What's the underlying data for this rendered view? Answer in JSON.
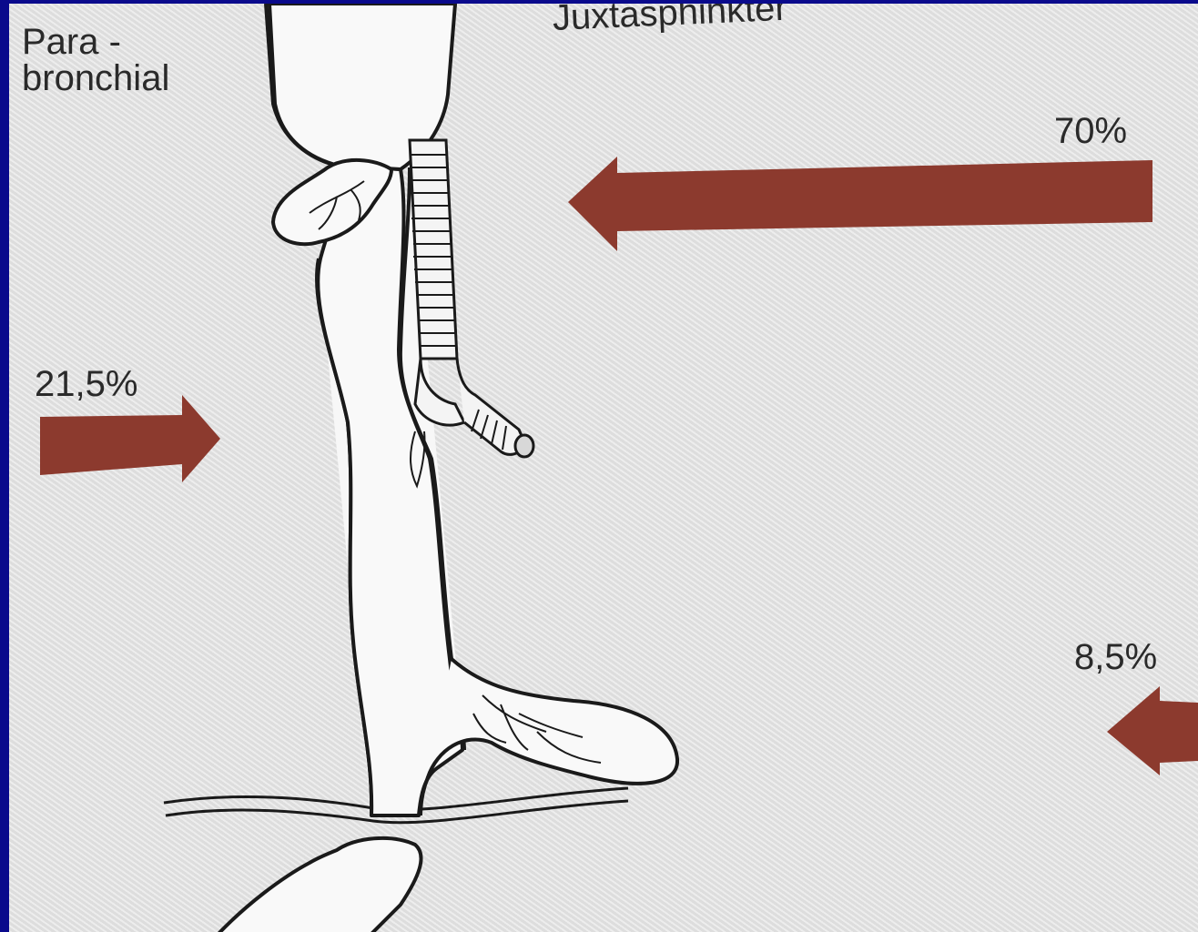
{
  "labels": {
    "parabronchial_line1": "Para -",
    "parabronchial_line2": "bronchial",
    "juxtasphinkter": "Juxtasphinkter",
    "pct_70": "70%",
    "pct_215": "21,5%",
    "pct_85": "8,5%"
  },
  "colors": {
    "arrow": "#8c3a2e",
    "background": "#0a0a8c",
    "paper": "#e4e4e4",
    "ink": "#1a1a1a"
  }
}
